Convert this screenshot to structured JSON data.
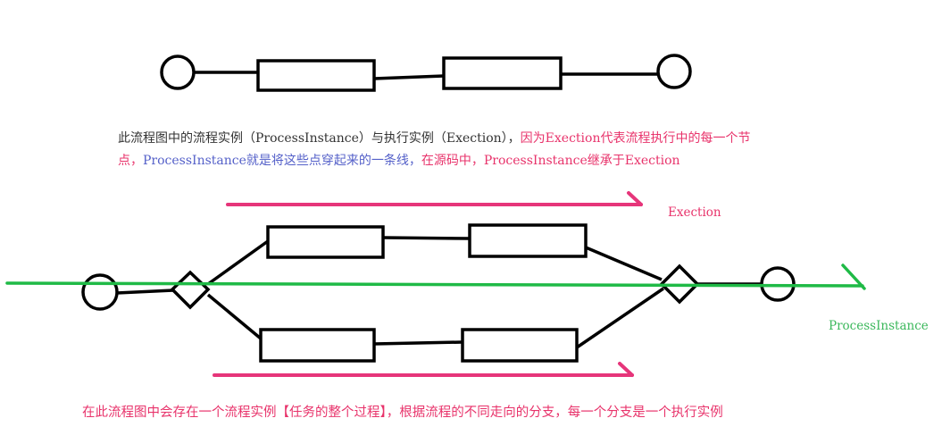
{
  "description": {
    "line1_black": "此流程图中的流程实例（ProcessInstance）与执行实例（Exection），",
    "line1_red": "因为Exection代表流程执行中的每一个节",
    "line2_red_a": "点，",
    "line2_blue": "ProcessInstance就是将这些点穿起来的一条线，",
    "line2_red_b": "在源码中，ProcessInstance继承于Exection"
  },
  "labels": {
    "exection": "Exection",
    "process_instance": "ProcessInstance"
  },
  "bottom_text": "在此流程图中会存在一个流程实例【任务的整个过程】，根据流程的不同走向的分支，每一个分支是一个执行实例",
  "colors": {
    "stroke": "#000000",
    "text": "#333333",
    "red": "#e8336b",
    "blue": "#5561c9",
    "magenta": "#e6357a",
    "green": "#1fba46",
    "green_label": "#3cb85c"
  }
}
